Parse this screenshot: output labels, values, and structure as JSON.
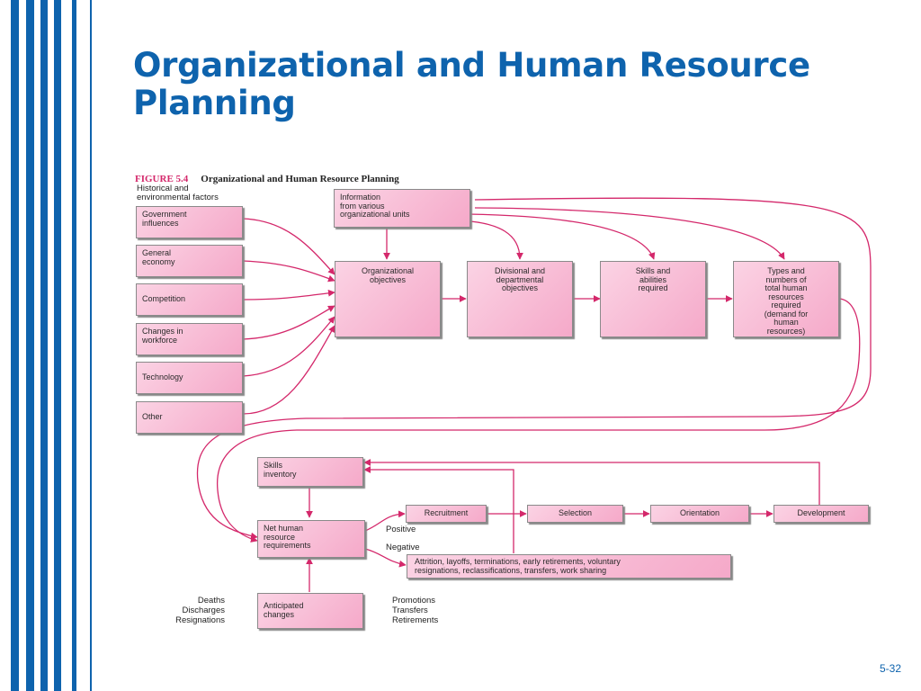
{
  "slide": {
    "title": "Organizational and Human Resource Planning",
    "page_number": "5-32"
  },
  "figure": {
    "number": "FIGURE 5.4",
    "caption": "Organizational and Human Resource Planning",
    "section_label": [
      "Historical and",
      "environmental factors"
    ],
    "factors": [
      [
        "Government",
        "influences"
      ],
      [
        "General",
        "economy"
      ],
      [
        "Competition"
      ],
      [
        "Changes in",
        "workforce"
      ],
      [
        "Technology"
      ],
      [
        "Other"
      ]
    ],
    "info": [
      "Information",
      "from various",
      "organizational units"
    ],
    "objectives": [
      [
        "Organizational",
        "objectives"
      ],
      [
        "Divisional and",
        "departmental",
        "objectives"
      ],
      [
        "Skills and",
        "abilities",
        "required"
      ],
      [
        "Types and",
        "numbers of",
        "total human",
        "resources",
        "required",
        "(demand for",
        "human",
        "resources)"
      ]
    ],
    "skills_inventory": [
      "Skills",
      "inventory"
    ],
    "net_requirements": [
      "Net human",
      "resource",
      "requirements"
    ],
    "anticipated_changes": [
      "Anticipated",
      "changes"
    ],
    "positive_label": "Positive",
    "negative_label": "Negative",
    "positive_steps": [
      "Recruitment",
      "Selection",
      "Orientation",
      "Development"
    ],
    "negative_outcome": [
      "Attrition, layoffs, terminations, early retirements, voluntary",
      "resignations, reclassifications, transfers, work sharing"
    ],
    "left_changes": [
      "Deaths",
      "Discharges",
      "Resignations"
    ],
    "right_changes": [
      "Promotions",
      "Transfers",
      "Retirements"
    ]
  },
  "colors": {
    "accent": "#0e63ad",
    "arrow": "#d4286b",
    "box_light": "#fbd3e4",
    "box_dark": "#f5a9c9"
  }
}
